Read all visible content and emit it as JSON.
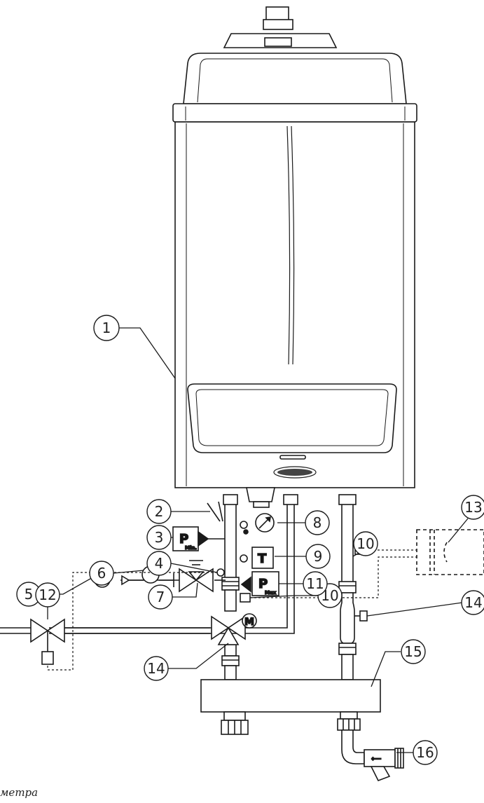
{
  "callouts": [
    {
      "id": "1",
      "label": "1"
    },
    {
      "id": "2",
      "label": "2"
    },
    {
      "id": "3",
      "label": "3"
    },
    {
      "id": "4",
      "label": "4"
    },
    {
      "id": "5",
      "label": "5"
    },
    {
      "id": "6",
      "label": "6"
    },
    {
      "id": "7",
      "label": "7"
    },
    {
      "id": "8",
      "label": "8"
    },
    {
      "id": "9",
      "label": "9"
    },
    {
      "id": "10a",
      "label": "10"
    },
    {
      "id": "10b",
      "label": "10"
    },
    {
      "id": "11",
      "label": "11"
    },
    {
      "id": "12",
      "label": "12"
    },
    {
      "id": "13",
      "label": "13"
    },
    {
      "id": "14a",
      "label": "14"
    },
    {
      "id": "14b",
      "label": "14"
    },
    {
      "id": "15",
      "label": "15"
    },
    {
      "id": "16",
      "label": "16"
    }
  ],
  "symbols": {
    "pmin_main": "P",
    "pmin_sub": "Min.",
    "pmax_main": "P",
    "pmax_sub": "Max",
    "temp": "T",
    "motor": "M"
  },
  "caption": "метра",
  "colors": {
    "line": "#1a1a1a",
    "body_fill": "#ffffff",
    "watermark": "#cfe3f3"
  }
}
